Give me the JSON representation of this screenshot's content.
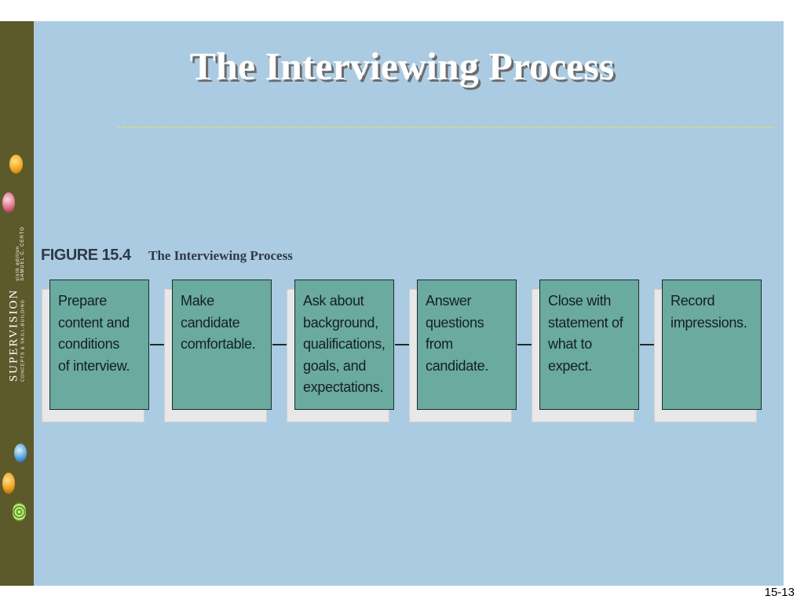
{
  "slide": {
    "title": "The Interviewing Process",
    "slide_number": "15-13"
  },
  "branding": {
    "name": "SUPERVISION",
    "subtitle": "CONCEPTS & SKILL-BUILDING",
    "edition": "sixth edition",
    "author": "SAMUEL C. CERTO"
  },
  "figure": {
    "label": "FIGURE 15.4",
    "title": "The Interviewing Process",
    "steps": [
      "Prepare\ncontent and\nconditions\nof interview.",
      "Make\ncandidate\ncomfortable.",
      "Ask about\nbackground,\nqualifications,\ngoals, and\nexpectations.",
      "Answer\nquestions\nfrom\ncandidate.",
      "Close with\nstatement of\nwhat to\nexpect.",
      "Record\nimpressions."
    ]
  },
  "colors": {
    "slide_background": "#abcbe2",
    "sidebar": "#5c5a2b",
    "step_box": "#6aaa9f",
    "title_rule": "#e6d96f"
  }
}
